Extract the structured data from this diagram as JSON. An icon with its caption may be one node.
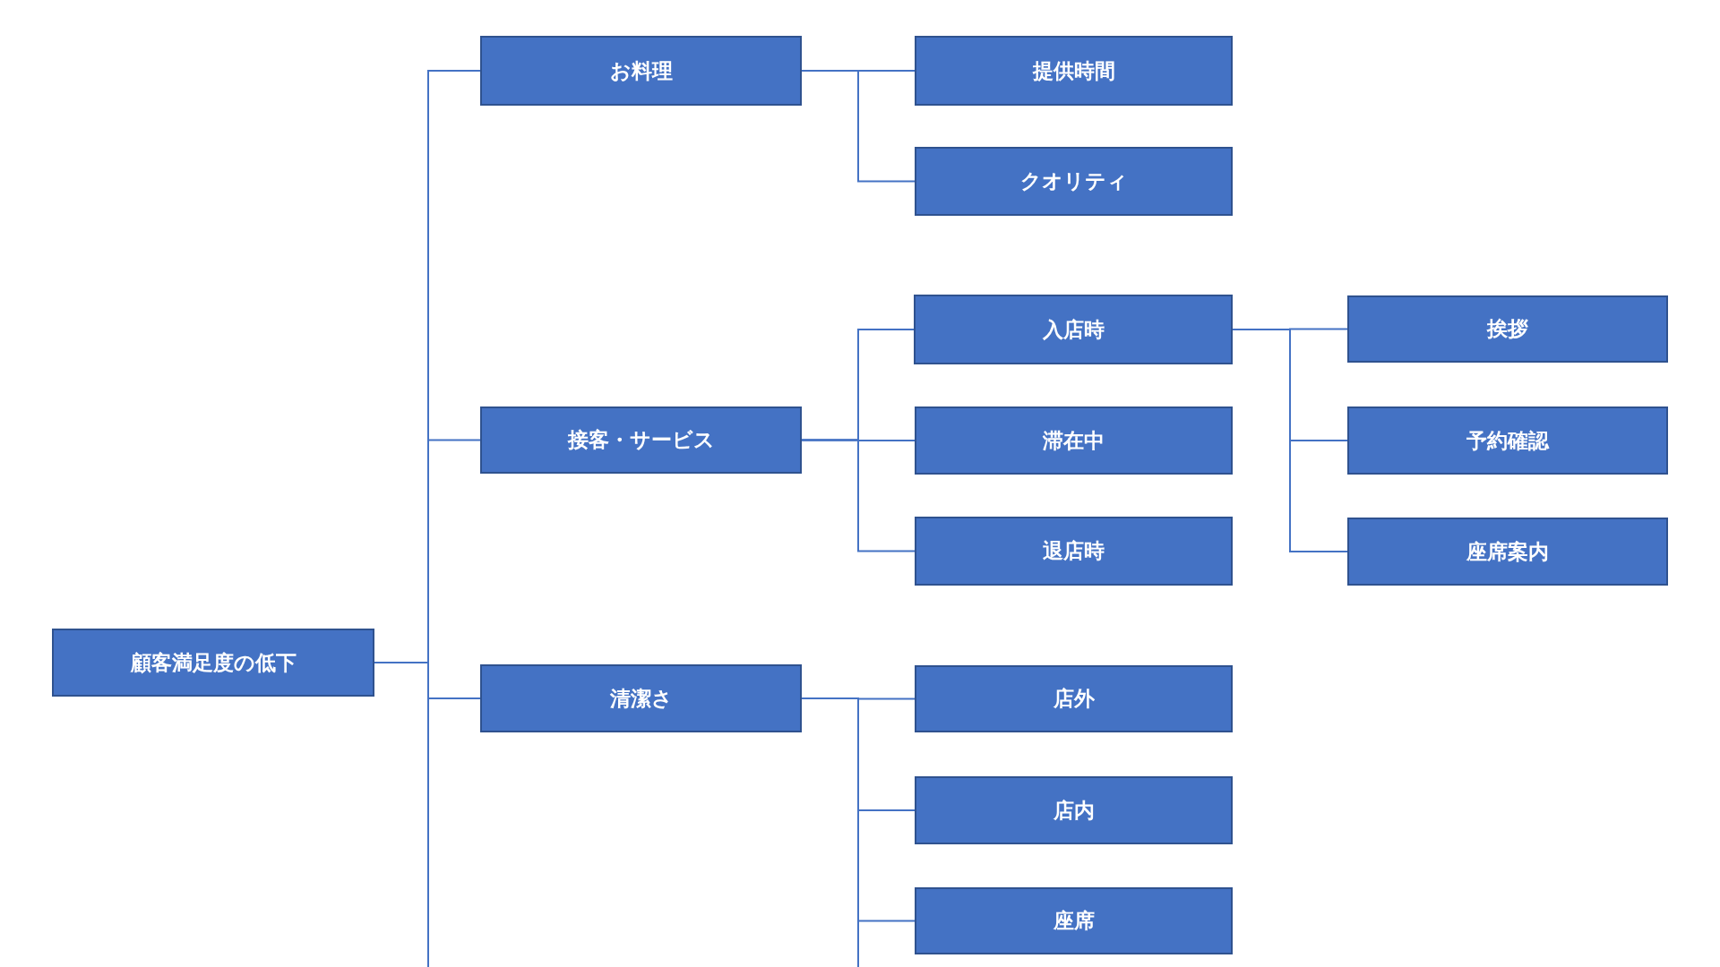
{
  "diagram": {
    "nodes": [
      {
        "text": [
          "顧客満足度の低下"
        ]
      },
      {
        "text": [
          "お料理"
        ]
      },
      {
        "text": [
          "提供時間"
        ]
      },
      {
        "text": [
          "クオリティ"
        ]
      },
      {
        "text": [
          "接客・サービス"
        ]
      },
      {
        "text": [
          "入店時"
        ]
      },
      {
        "text": [
          "挨拶"
        ]
      },
      {
        "text": [
          "予約確認"
        ]
      },
      {
        "text": [
          "座席案内"
        ]
      },
      {
        "text": [
          "滞在中"
        ]
      },
      {
        "text": [
          "退店時"
        ]
      },
      {
        "text": [
          "清潔さ"
        ]
      },
      {
        "text": [
          "店外"
        ]
      },
      {
        "text": [
          "店内"
        ]
      },
      {
        "text": [
          "座席"
        ]
      }
    ],
    "edges": [
      {
        "from": 0,
        "to": 1,
        "arrow": "none"
      },
      {
        "from": 0,
        "to": 4,
        "arrow": "none"
      },
      {
        "from": 0,
        "to": 11,
        "arrow": "none"
      },
      {
        "from": 0,
        "to": null,
        "arrow": "none"
      },
      {
        "from": 1,
        "to": 2,
        "arrow": "none"
      },
      {
        "from": 1,
        "to": 3,
        "arrow": "none"
      },
      {
        "from": 4,
        "to": 5,
        "arrow": "none"
      },
      {
        "from": 4,
        "to": 9,
        "arrow": "none"
      },
      {
        "from": 4,
        "to": 10,
        "arrow": "none"
      },
      {
        "from": 5,
        "to": 6,
        "arrow": "none"
      },
      {
        "from": 5,
        "to": 7,
        "arrow": "none"
      },
      {
        "from": 5,
        "to": 8,
        "arrow": "none"
      },
      {
        "from": 11,
        "to": 12,
        "arrow": "none"
      },
      {
        "from": 11,
        "to": 13,
        "arrow": "none"
      },
      {
        "from": 11,
        "to": 14,
        "arrow": "none"
      },
      {
        "from": 11,
        "to": null,
        "arrow": "none"
      }
    ]
  }
}
